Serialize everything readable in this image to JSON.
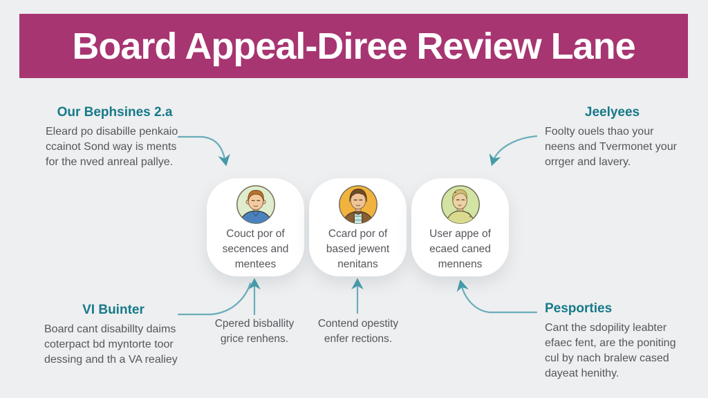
{
  "title": "Board Appeal-Diree Review Lane",
  "colors": {
    "header_bg": "#a73571",
    "header_text": "#ffffff",
    "heading_teal": "#17798a",
    "body_gray": "#55565c",
    "arrow_teal": "#6aacb9",
    "background": "#edeff0",
    "card_bg": "#ffffff"
  },
  "annotations": {
    "top_left": {
      "heading": "Our Bephsines 2.a",
      "body": "Eleard po disabille penkaio\nccainot Sond way is ments\nfor the nved anreal pallye."
    },
    "top_right": {
      "heading": "Jeelyees",
      "body": "Foolty ouels thao your\nneens and Tvermonet your\norrger and lavery."
    },
    "bottom_left": {
      "heading": "VI Buinter",
      "body": "Board cant disabillty daims\ncoterpact bd myntorte toor\ndessing and th a VA realiey"
    },
    "bottom_right": {
      "heading": "Pesporties",
      "body": "Cant the sdopility leabter\nefaec fent, are the poniting\ncul by nach bralew cased\ndayeat henithy."
    }
  },
  "cards": [
    {
      "avatar": "man-short-hair-blue-shirt",
      "avatar_bg": "#dfeccd",
      "label": "Couct por of\nsecences and\nmentees"
    },
    {
      "avatar": "man-brown-hair-jacket",
      "avatar_bg": "#f1b33e",
      "label": "Ccard por of\nbased jewent\nnenitans"
    },
    {
      "avatar": "person-light-hair-hoodie",
      "avatar_bg": "#d3e3a4",
      "label": "User appe of\necaed caned\nmennens"
    }
  ],
  "captions": [
    {
      "text": "Cpered bisballity\ngrice renhens."
    },
    {
      "text": "Contend opestity\nenfer rections."
    }
  ]
}
